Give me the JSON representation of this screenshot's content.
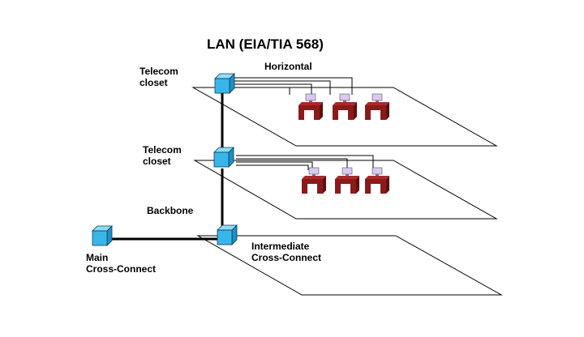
{
  "diagram": {
    "title": "LAN (EIA/TIA 568)",
    "labels": {
      "telecom_closet_top_1": "Telecom",
      "telecom_closet_top_2": "closet",
      "telecom_closet_mid_1": "Telecom",
      "telecom_closet_mid_2": "closet",
      "horizontal": "Horizontal",
      "backbone": "Backbone",
      "main_cc_1": "Main",
      "main_cc_2": "Cross-Connect",
      "intermediate_cc_1": "Intermediate",
      "intermediate_cc_2": "Cross-Connect"
    },
    "colors": {
      "cube_fill": "#38b6ea",
      "cube_top": "#8fdcf8",
      "cube_side": "#1f8fc4",
      "desk": "#8b1a1a",
      "monitor": "#d9c9f2",
      "line": "#000000"
    }
  }
}
